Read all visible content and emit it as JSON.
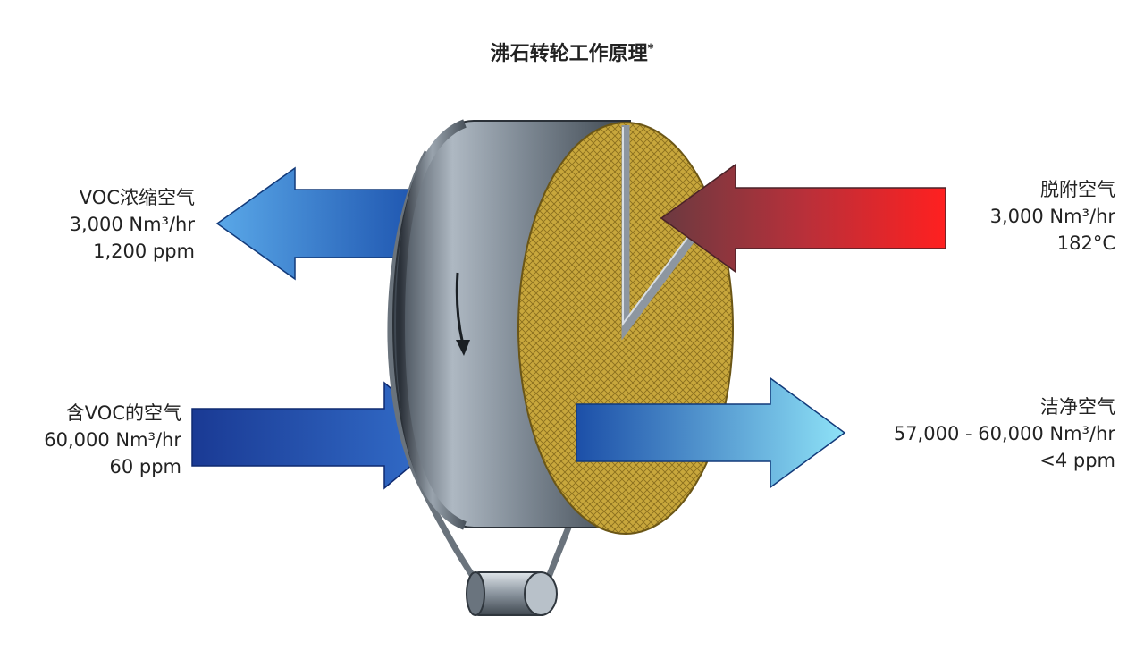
{
  "title": "沸石转轮工作原理",
  "title_mark": "*",
  "streams": {
    "concentrated": {
      "name": "VOC浓缩空气",
      "flow": "3,000 Nm³/hr",
      "conc": "1,200 ppm",
      "color": "#2e6fc4"
    },
    "inlet": {
      "name": "含VOC的空气",
      "flow": "60,000 Nm³/hr",
      "conc": "60 ppm",
      "color": "#1f3f9a"
    },
    "desorption": {
      "name": "脱附空气",
      "flow": "3,000 Nm³/hr",
      "temp": "182°C",
      "color": "#e8262a"
    },
    "clean": {
      "name": "洁净空气",
      "flow": "57,000 - 60,000 Nm³/hr",
      "conc": "<4 ppm",
      "color": "#6fd0f0"
    }
  },
  "wheel": {
    "media_color": "#c9a93a",
    "housing_color": "#7a8590"
  }
}
